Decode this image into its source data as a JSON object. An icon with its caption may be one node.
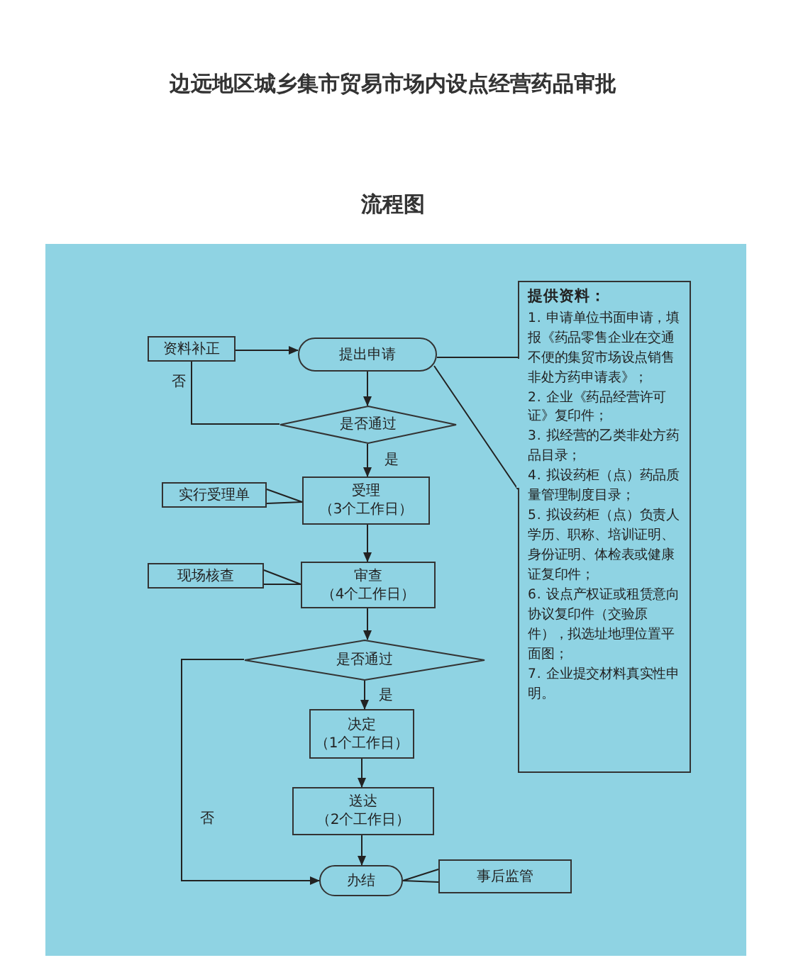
{
  "diagram": {
    "title": "边远地区城乡集市贸易市场内设点经营药品审批",
    "nodes": [
      {
        "text": [
          "资料补正"
        ]
      },
      {
        "text": [
          "提出申请"
        ]
      },
      {
        "text": [
          "是否通过"
        ]
      },
      {
        "text": [
          "受理",
          "（3个工作日）"
        ]
      },
      {
        "text": [
          "实行受理单"
        ]
      },
      {
        "text": [
          "审查",
          "（4个工作日）"
        ]
      },
      {
        "text": [
          "现场核查"
        ]
      },
      {
        "text": [
          "是否通过"
        ]
      },
      {
        "text": [
          "决定",
          "（1个工作日）"
        ]
      },
      {
        "text": [
          "送达",
          "（2个工作日）"
        ]
      },
      {
        "text": [
          "办结"
        ]
      },
      {
        "text": [
          "事后监管"
        ]
      },
      {
        "text": [
          "提供资料：",
          "1. 申请单位书面申请，填报《药品零售企业在交通不便的集贸市场设点销售非处方药申请表》；",
          "2. 企业《药品经营许可证》复印件；",
          "3. 拟经营的乙类非处方药品目录；",
          "4. 拟设药柜（点）药品质量管理制度目录；",
          "5. 拟设药柜（点）负责人学历、职称、培训证明、身份证明、体检表或健康证复印件；",
          "6. 设点产权证或租赁意向协议复印件（交验原件），拟选址地理位置平面图；",
          "7. 企业提交材料真实性申明。"
        ]
      }
    ],
    "edges": [
      {
        "from": 0,
        "to": 1,
        "arrow": "to"
      },
      {
        "from": 1,
        "to": 2,
        "arrow": "to"
      },
      {
        "from": 2,
        "to": 0,
        "arrow": "none",
        "label": "否"
      },
      {
        "from": 2,
        "to": 3,
        "arrow": "to",
        "label": "是"
      },
      {
        "from": 3,
        "to": 5,
        "arrow": "to"
      },
      {
        "from": 5,
        "to": 7,
        "arrow": "to"
      },
      {
        "from": 7,
        "to": 8,
        "arrow": "to",
        "label": "是"
      },
      {
        "from": 8,
        "to": 9,
        "arrow": "to"
      },
      {
        "from": 9,
        "to": 10,
        "arrow": "to"
      },
      {
        "from": 7,
        "to": 10,
        "arrow": "to",
        "label": "否"
      },
      {
        "from": 4,
        "to": 3,
        "arrow": "none"
      },
      {
        "from": 6,
        "to": 5,
        "arrow": "none"
      },
      {
        "from": 11,
        "to": 10,
        "arrow": "none"
      },
      {
        "from": 1,
        "to": 12,
        "arrow": "none"
      }
    ],
    "labels": [
      "流程图"
    ]
  }
}
